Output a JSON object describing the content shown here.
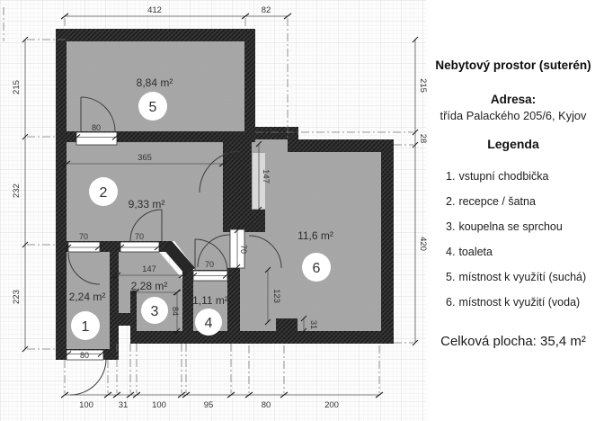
{
  "panel": {
    "title": "Nebytový prostor (suterén)",
    "address_label": "Adresa:",
    "address": "třída Palackého 205/6, Kyjov",
    "legend_label": "Legenda",
    "items": [
      {
        "num": "1.",
        "label": "vstupní chodbička"
      },
      {
        "num": "2.",
        "label": "recepce / šatna"
      },
      {
        "num": "3.",
        "label": "koupelna se sprchou"
      },
      {
        "num": "4.",
        "label": "toaleta"
      },
      {
        "num": "5.",
        "label": "místnost k využítí (suchá)"
      },
      {
        "num": "6.",
        "label": "místnost k využití (voda)"
      }
    ],
    "total": "Celková plocha: 35,4 m²"
  },
  "plan": {
    "rooms": [
      {
        "number": "1",
        "area": "2,24 m²"
      },
      {
        "number": "2",
        "area": "9,33 m²"
      },
      {
        "number": "3",
        "area": "2,28 m²"
      },
      {
        "number": "4",
        "area": "1,11 m²"
      },
      {
        "number": "5",
        "area": "8,84 m²"
      },
      {
        "number": "6",
        "area": "11,6 m²"
      }
    ],
    "dims": {
      "top": [
        "412",
        "82"
      ],
      "left": [
        "215",
        "232",
        "223"
      ],
      "right": [
        "215",
        "28",
        "420"
      ],
      "bottom": [
        "100",
        "31",
        "100",
        "95",
        "80",
        "200"
      ],
      "inner": [
        "365",
        "80",
        "70",
        "70",
        "147",
        "84",
        "70",
        "70",
        "147",
        "123",
        "31",
        "80"
      ]
    }
  },
  "colors": {
    "wall": "#262626",
    "room": "#a7a7a7",
    "background": "#ffffff",
    "dimline": "#444444"
  }
}
